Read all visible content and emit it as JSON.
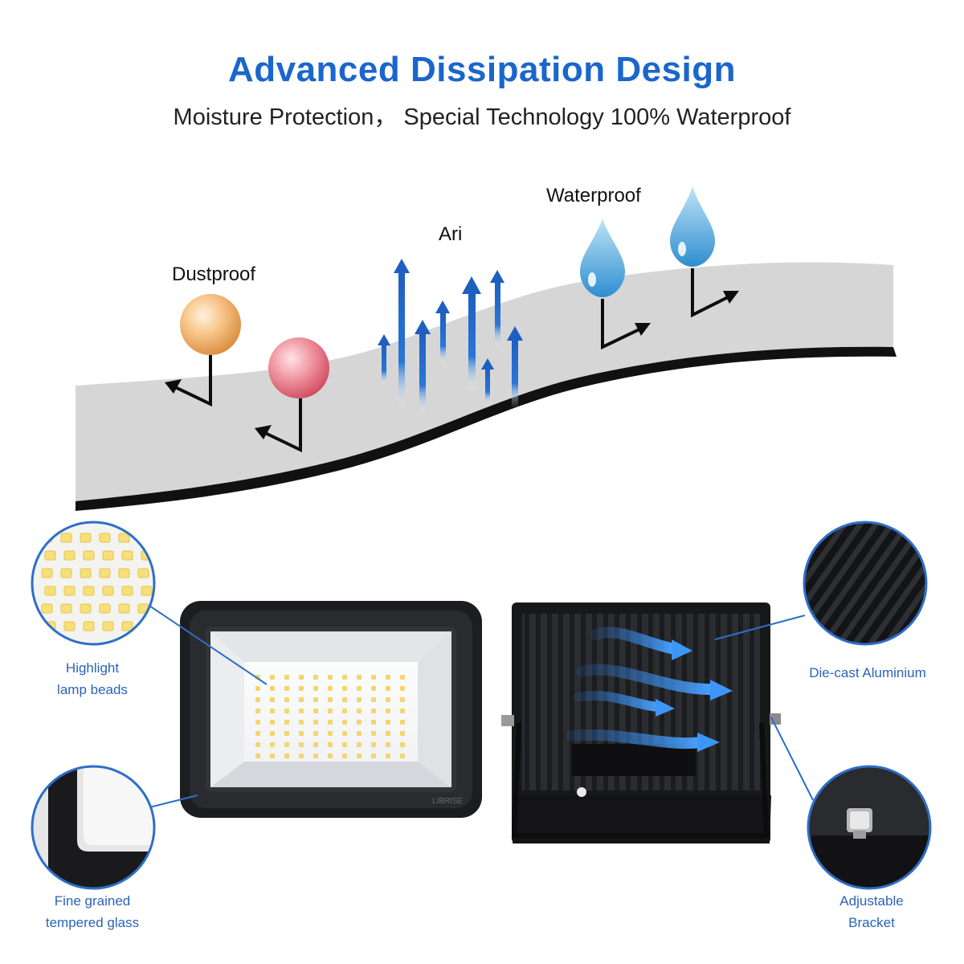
{
  "header": {
    "title": "Advanced Dissipation Design",
    "subtitle": "Moisture Protection， Special Technology 100% Waterproof"
  },
  "diagram": {
    "dust_label": "Dustproof",
    "air_label": "Ari",
    "water_label": "Waterproof"
  },
  "callouts": {
    "lamp_beads": {
      "line1": "Highlight",
      "line2": "lamp beads"
    },
    "glass": {
      "line1": "Fine grained",
      "line2": "tempered glass"
    },
    "aluminium": {
      "text": "Die-cast Aluminium"
    },
    "bracket": {
      "line1": "Adjustable",
      "line2": "Bracket"
    }
  },
  "product": {
    "brand": "LIBRISE"
  },
  "colors": {
    "accent": "#1a66cc",
    "callout_line": "#2d6fc8",
    "caption": "#2b63b8",
    "membrane": "#d6d6d6",
    "membrane_edge": "#111111",
    "housing": "#1c1d20"
  },
  "icons": [
    "dust-particle-icon",
    "air-arrow-icon",
    "water-drop-icon",
    "deflect-arrow-icon"
  ]
}
